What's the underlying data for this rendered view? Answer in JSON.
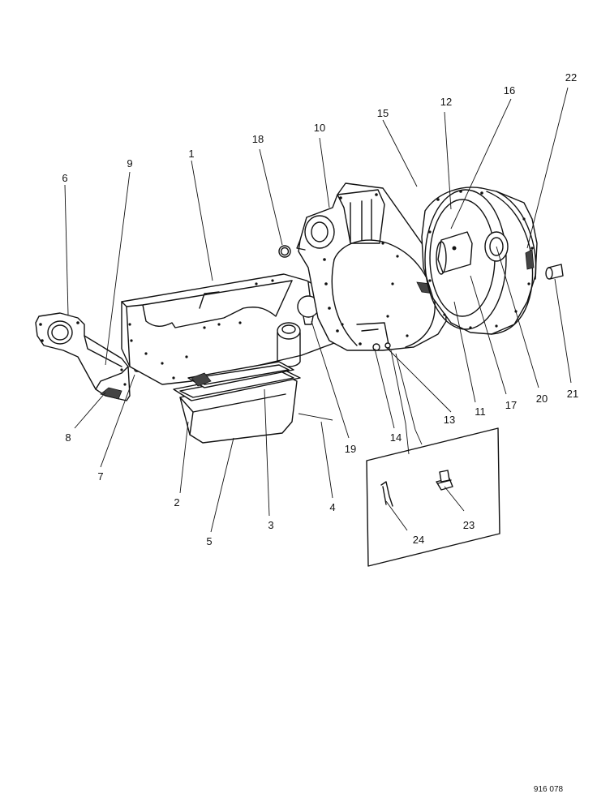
{
  "diagram": {
    "reference_code": "916 078",
    "callouts": [
      {
        "id": "1",
        "label": "1"
      },
      {
        "id": "2",
        "label": "2"
      },
      {
        "id": "3",
        "label": "3"
      },
      {
        "id": "4",
        "label": "4"
      },
      {
        "id": "5",
        "label": "5"
      },
      {
        "id": "6",
        "label": "6"
      },
      {
        "id": "7",
        "label": "7"
      },
      {
        "id": "8",
        "label": "8"
      },
      {
        "id": "9",
        "label": "9"
      },
      {
        "id": "10",
        "label": "10"
      },
      {
        "id": "11",
        "label": "11"
      },
      {
        "id": "12",
        "label": "12"
      },
      {
        "id": "13",
        "label": "13"
      },
      {
        "id": "14",
        "label": "14"
      },
      {
        "id": "15",
        "label": "15"
      },
      {
        "id": "16",
        "label": "16"
      },
      {
        "id": "17",
        "label": "17"
      },
      {
        "id": "18",
        "label": "18"
      },
      {
        "id": "19",
        "label": "19"
      },
      {
        "id": "20",
        "label": "20"
      },
      {
        "id": "21",
        "label": "21"
      },
      {
        "id": "22",
        "label": "22"
      },
      {
        "id": "23",
        "label": "23"
      },
      {
        "id": "24",
        "label": "24"
      }
    ]
  }
}
